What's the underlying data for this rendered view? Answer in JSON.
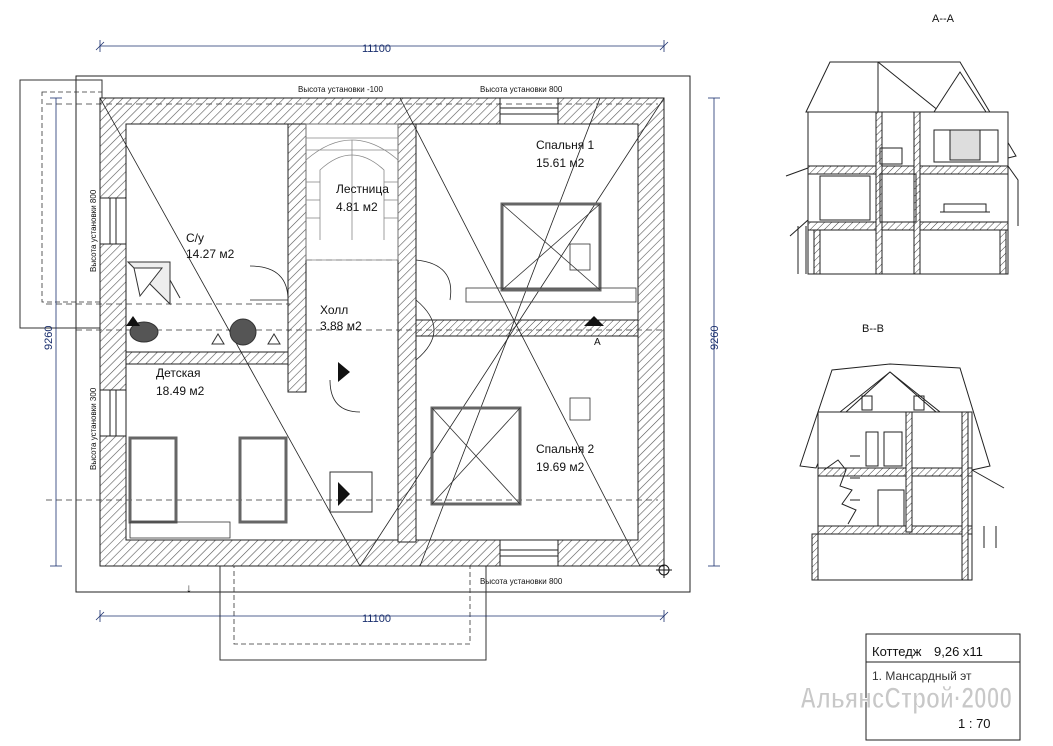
{
  "plan": {
    "dim_top": "11100",
    "dim_bottom": "11100",
    "dim_left": "9260",
    "dim_right": "9260",
    "mount_top_left": "Высота установки -100",
    "mount_top_right": "Высота установки 800",
    "mount_bottom": "Высота установки 800",
    "mount_left_upper": "Высота установки 800",
    "mount_left_lower": "Высота установки 300",
    "section_marker": "A",
    "rooms": [
      {
        "name": "С/у",
        "area": "14.27 м2"
      },
      {
        "name": "Лестница",
        "area": "4.81 м2"
      },
      {
        "name": "Спальня 1",
        "area": "15.61 м2"
      },
      {
        "name": "Холл",
        "area": "3.88 м2"
      },
      {
        "name": "Детская",
        "area": "18.49 м2"
      },
      {
        "name": "Спальня 2",
        "area": "19.69 м2"
      }
    ]
  },
  "sections": {
    "aa_title": "A--A",
    "bb_title": "B--B"
  },
  "title_block": {
    "project": "Коттедж",
    "size": "9,26 х11",
    "sheet": "1. Мансардный эт",
    "scale": "1 : 70",
    "watermark": "АльянсСтрой·2000"
  },
  "colors": {
    "wall_hatch": "#555555",
    "dimension": "#1a2f6e",
    "line": "#222222"
  }
}
